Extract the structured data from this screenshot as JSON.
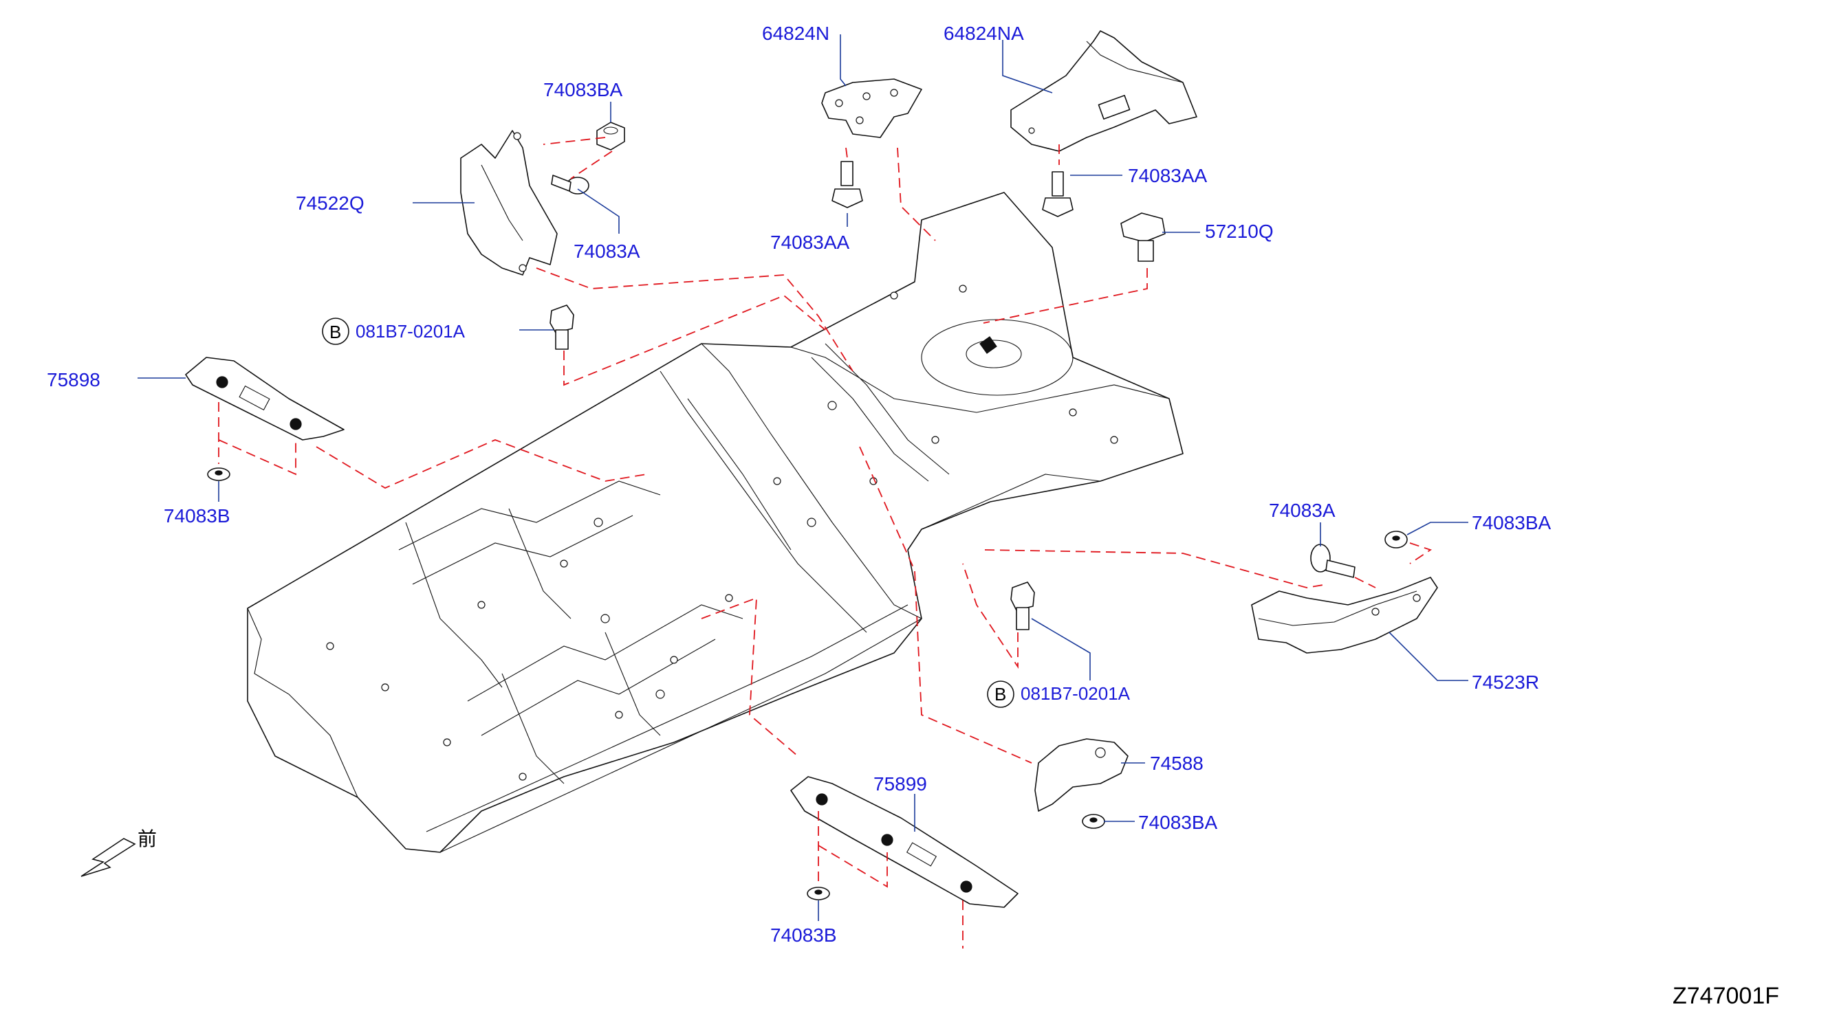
{
  "diagram_code": "Z747001F",
  "front_indicator": "前",
  "bolt_circle_letter": "B",
  "parts": {
    "p64824N": "64824N",
    "p64824NA": "64824NA",
    "p74083BA_top": "74083BA",
    "p74522Q": "74522Q",
    "p74083A_left": "74083A",
    "p74083AA_mid": "74083AA",
    "p74083AA_right": "74083AA",
    "p57210Q": "57210Q",
    "p081B7_left": "081B7-0201A",
    "p75898": "75898",
    "p74083B_left": "74083B",
    "p74083A_right": "74083A",
    "p74083BA_right": "74083BA",
    "p74523R": "74523R",
    "p081B7_right": "081B7-0201A",
    "p74588": "74588",
    "p75899": "75899",
    "p74083BA_bottom": "74083BA",
    "p74083B_bottom": "74083B"
  },
  "colors": {
    "label": "#1a1ad8",
    "leader": "#1a3a9a",
    "dashed_connector": "#e0151c",
    "line_art": "#111111"
  }
}
